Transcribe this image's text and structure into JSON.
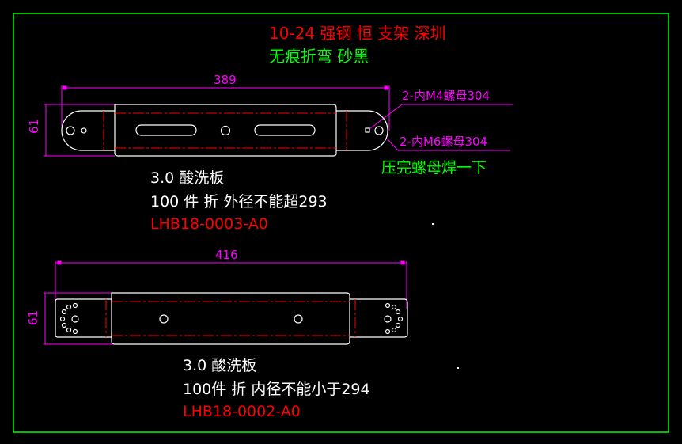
{
  "header": {
    "title": "10-24  强钢 恒 支架  深圳",
    "subtitle": "无痕折弯    砂黑"
  },
  "part1": {
    "length_dim": "389",
    "width_dim": "61",
    "note_m4": "2-内M4螺母304",
    "note_m6": "2-内M6螺母304",
    "note_weld": "压完螺母焊一下",
    "material": "3.0 酸洗板",
    "spec": "100 件 折  外径不能超293",
    "part_no": "LHB18-0003-A0"
  },
  "part2": {
    "length_dim": "416",
    "width_dim": "61",
    "material": "3.0 酸洗板",
    "spec": "100件 折 内径不能小于294",
    "part_no": "LHB18-0002-A0"
  },
  "colors": {
    "border": "#00ff00",
    "dim": "#ff00ff",
    "outline": "#ffffff",
    "center": "#ff0000"
  }
}
